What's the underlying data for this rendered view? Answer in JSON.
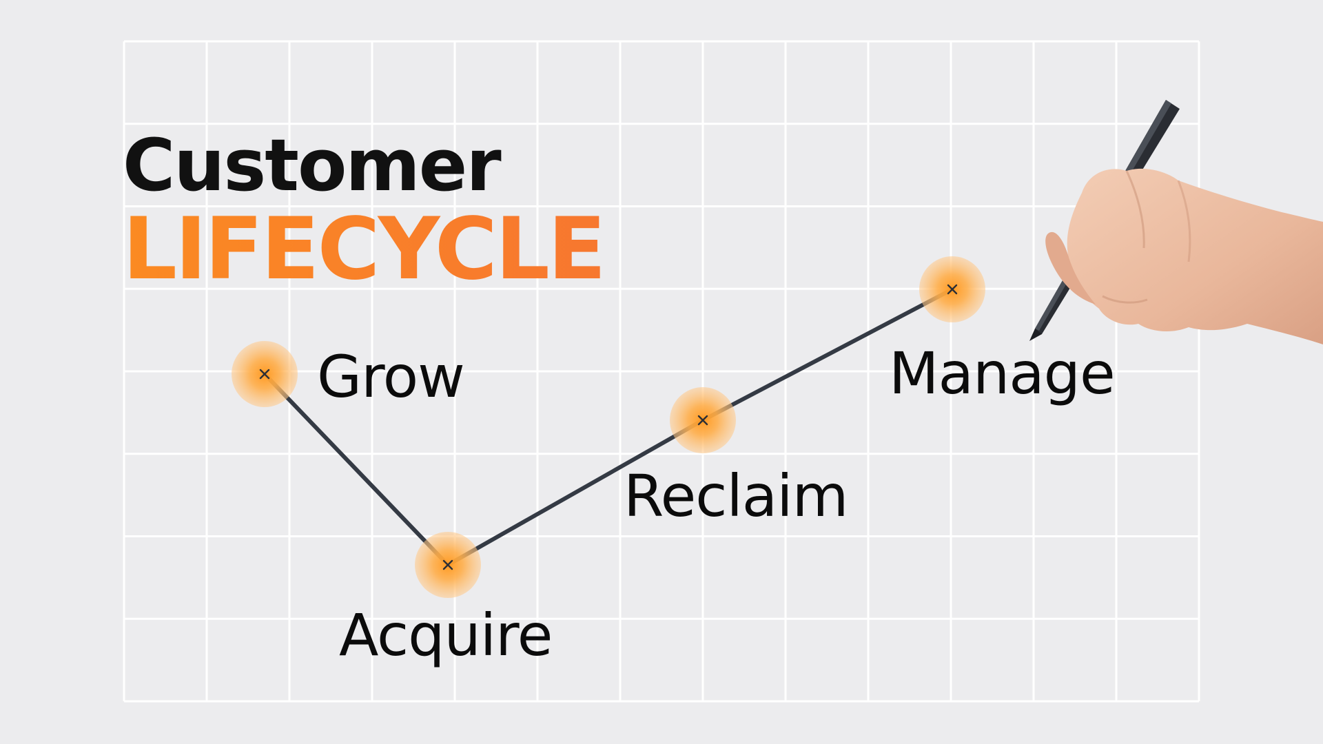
{
  "title": {
    "line1": "Customer",
    "line2": "LIFECYCLE"
  },
  "stages": [
    {
      "label": "Grow"
    },
    {
      "label": "Acquire"
    },
    {
      "label": "Reclaim"
    },
    {
      "label": "Manage"
    }
  ],
  "colors": {
    "background": "#ececee",
    "grid": "#ffffff",
    "accent": "#f58a2a",
    "line": "#343a44",
    "text": "#111111"
  },
  "icons": {
    "node_marker": "x-mark-icon",
    "hand": "hand-with-stylus-icon"
  }
}
